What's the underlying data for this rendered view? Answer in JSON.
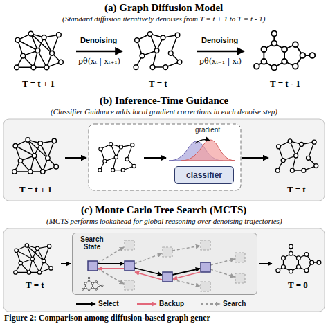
{
  "diagram": {
    "caption": "Figure 2: Comparison among diffusion-based graph gener",
    "nodes": [
      {
        "text": [
          "classifier"
        ]
      },
      {
        "text": [
          "Search State"
        ]
      }
    ],
    "labels": [
      "(a) Graph Diffusion Model",
      "(Standard diffusion iteratively denoises from T = t + 1 to T = t - 1)",
      "Denoising",
      "pθ(xₜ | xₜ₊₁)",
      "Denoising",
      "pθ(xₜ₋₁ | xₜ)",
      "T = t + 1",
      "T = t",
      "T = t - 1",
      "(b) Inference-Time Guidance",
      "(Classifier Guidance adds local gradient corrections in each denoise step)",
      "gradient",
      "T = t + 1",
      "T = t",
      "(c) Monte Carlo Tree Search (MCTS)",
      "(MCTS performs lookahead for global reasoning over denoising trajectories)",
      "T = t",
      "T = 0"
    ],
    "legend": [
      {
        "text": "Select"
      },
      {
        "text": "Backup"
      },
      {
        "text": "Search"
      }
    ]
  }
}
